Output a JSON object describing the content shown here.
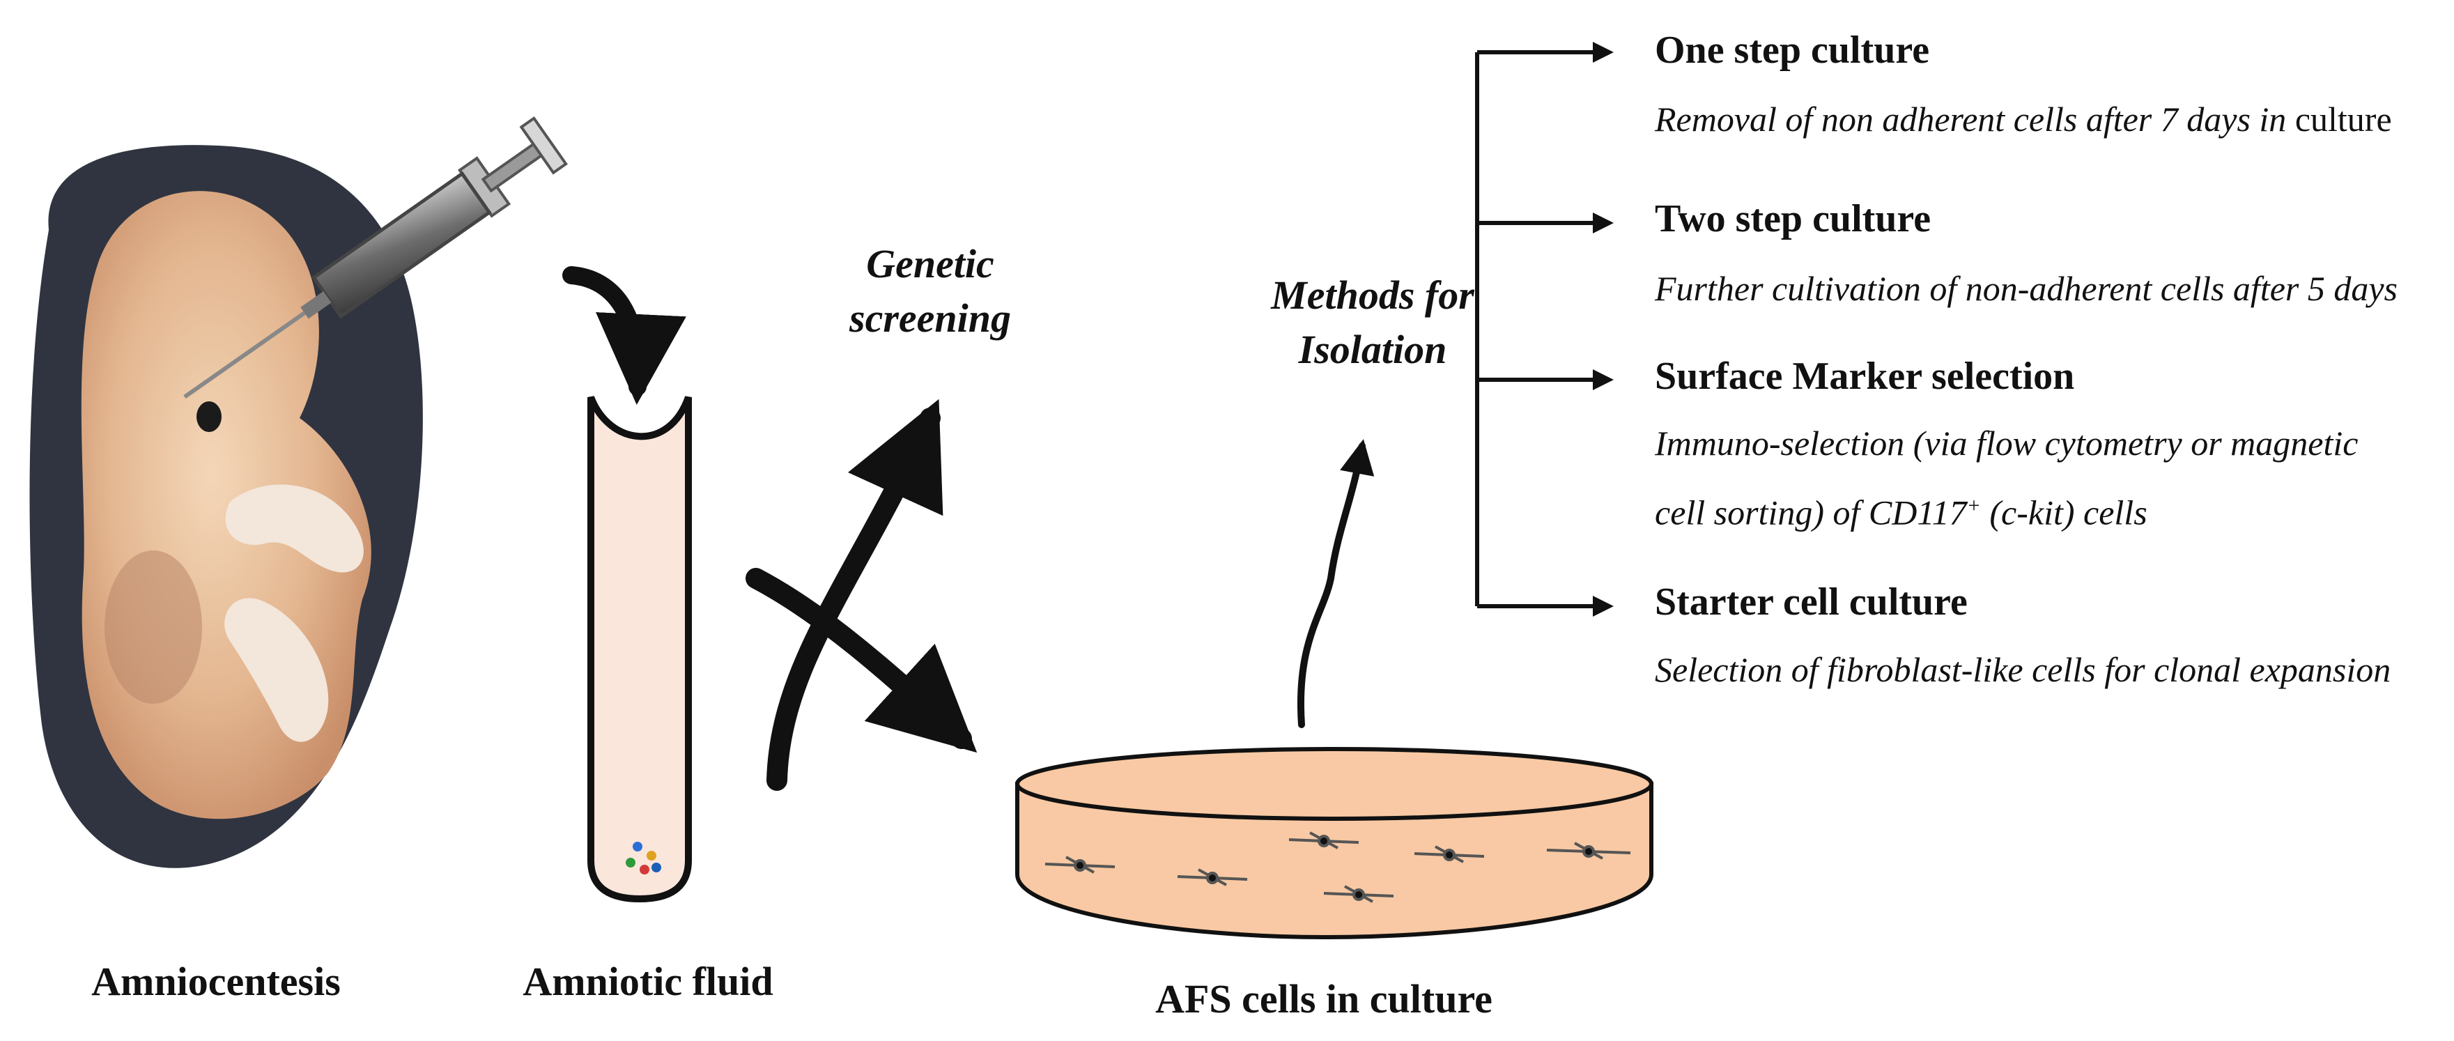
{
  "captions": {
    "amniocentesis": "Amniocentesis",
    "amniotic_fluid": "Amniotic fluid",
    "afs_cells": "AFS cells in culture"
  },
  "process_labels": {
    "genetic_line1": "Genetic",
    "genetic_line2": "screening",
    "methods_line1": "Methods for",
    "methods_line2": "Isolation"
  },
  "methods": [
    {
      "title": "One step culture",
      "desc_a": "Removal of non adherent cells after 7 days in ",
      "desc_b": "culture"
    },
    {
      "title": "Two step culture",
      "desc": "Further cultivation of non-adherent cells after 5 days"
    },
    {
      "title": "Surface Marker selection",
      "desc_line1": "Immuno-selection (via flow cytometry or magnetic",
      "desc_line2_a": "cell sorting) of CD117",
      "desc_line2_sup": "+",
      "desc_line2_b": " (c-kit) cells"
    },
    {
      "title": "Starter cell culture",
      "desc": "Selection of fibroblast-like cells for clonal expansion"
    }
  ],
  "colors": {
    "tube_fill": "#fbe6dc",
    "dish_fill": "#f8c9a4",
    "embryo_bg": "#2f3440",
    "embryo_body": "#e8c39f",
    "arrow": "#111111"
  }
}
